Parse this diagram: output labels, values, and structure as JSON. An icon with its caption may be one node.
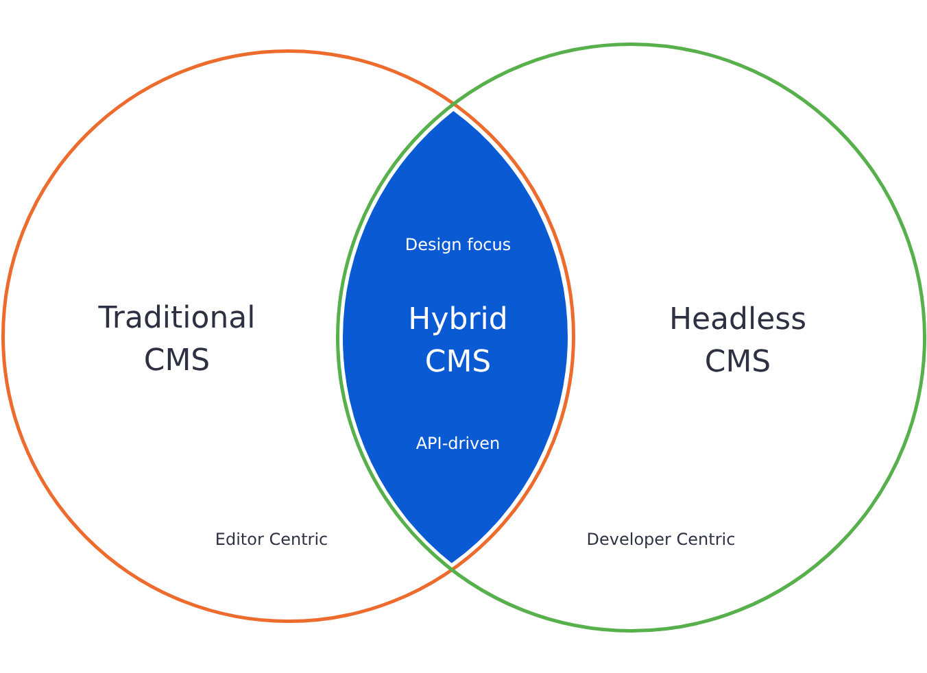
{
  "diagram": {
    "nodes": [
      {
        "text": [
          "Traditional CMS",
          "Editor Centric"
        ]
      },
      {
        "text": [
          "Design focus",
          "Hybrid CMS",
          "API-driven"
        ]
      },
      {
        "text": [
          "Headless CMS",
          "Developer Centric"
        ]
      }
    ]
  }
}
